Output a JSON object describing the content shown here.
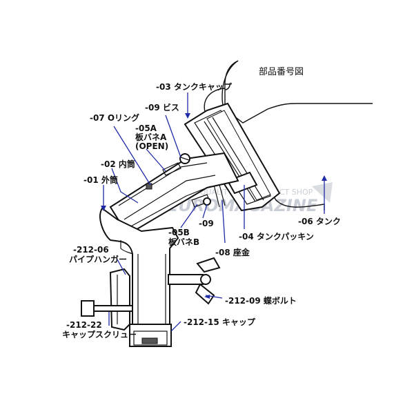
{
  "title": "部品番号図",
  "watermark": {
    "line1": "HIGH QUALITY PARTS SELECT SHOP",
    "line2": "EUROMAGAZINE"
  },
  "labels": {
    "tank_cap": "-03 タンクキャップ",
    "screw_09": "-09 ビス",
    "o_ring": "-07 Oリング",
    "leaf_spring_a_1": "-05A",
    "leaf_spring_a_2": "板バネA",
    "leaf_spring_a_3": "(OPEN)",
    "inner_tube": "-02 内筒",
    "outer_tube": "-01 外筒",
    "tank": "-06 タンク",
    "tank_packing": "-04 タンクパッキン",
    "leaf_spring_b_1": "-05B",
    "leaf_spring_b_2": "板バネB",
    "screw_09b": "-09",
    "seat_metal": "-08 座金",
    "pipe_hanger_1": "-212-06",
    "pipe_hanger_2": "パイプハンガー",
    "wing_bolt": "-212-09 蝶ボルト",
    "cap_screw_1": "-212-22",
    "cap_screw_2": "キャップスクリュー",
    "cap": "-212-15 キャップ"
  },
  "colors": {
    "leader": "#1e2aa8",
    "outline": "#111111",
    "watermark": "#c9ced6"
  }
}
